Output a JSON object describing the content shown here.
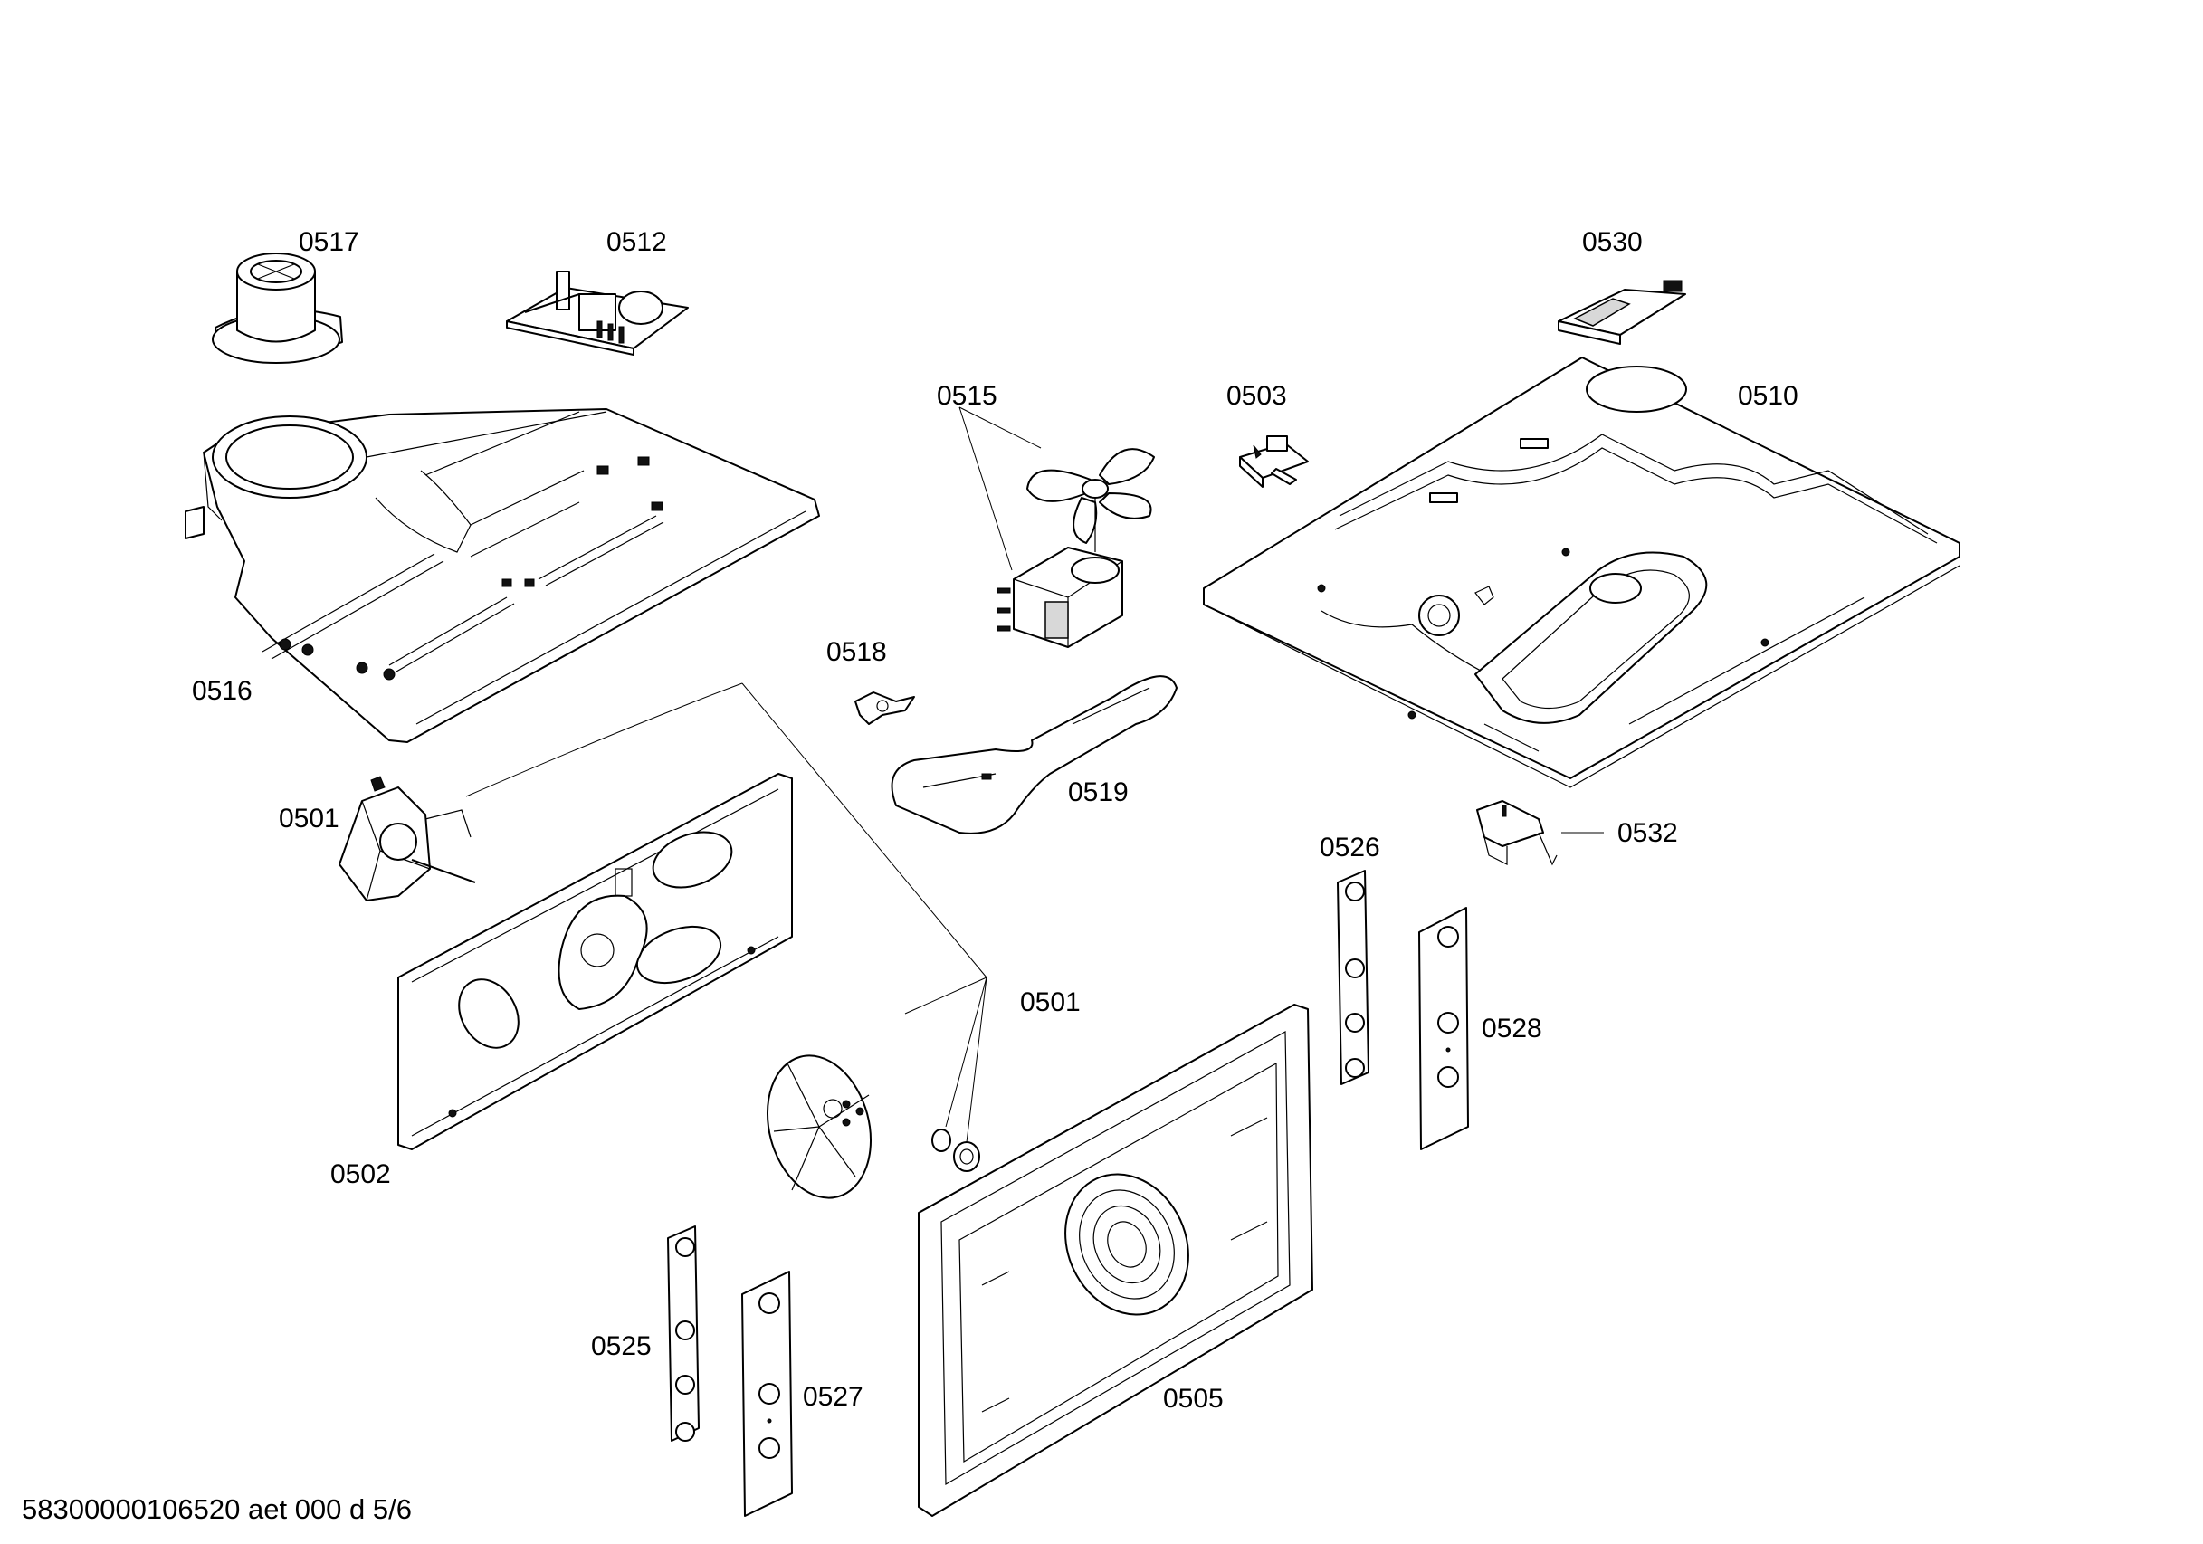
{
  "labels": {
    "p0517": "0517",
    "p0512": "0512",
    "p0530": "0530",
    "p0515": "0515",
    "p0503": "0503",
    "p0510": "0510",
    "p0516": "0516",
    "p0518": "0518",
    "p0519": "0519",
    "p0501_top": "0501",
    "p0532": "0532",
    "p0526": "0526",
    "p0501_mid": "0501",
    "p0528": "0528",
    "p0502": "0502",
    "p0525": "0525",
    "p0527": "0527",
    "p0505": "0505"
  },
  "footer": "58300000106520 aet 000 d 5/6"
}
